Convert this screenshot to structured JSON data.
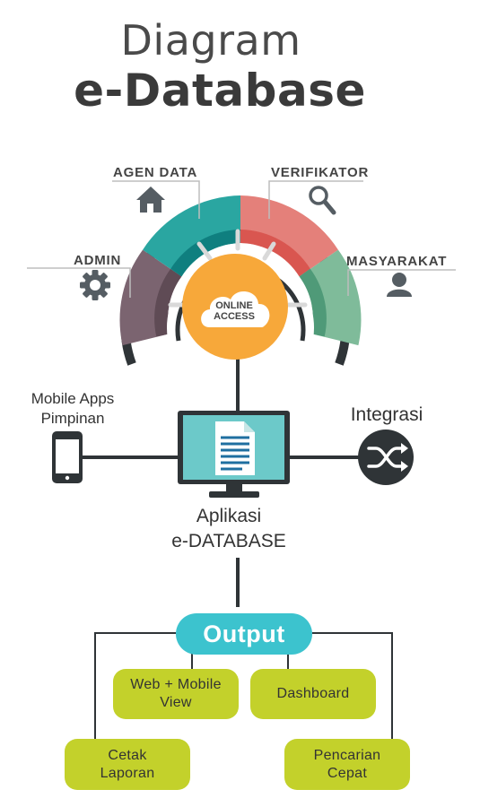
{
  "title": {
    "line1": "Diagram",
    "line2": "e-Database"
  },
  "roles": {
    "admin": "ADMIN",
    "agen_data": "AGEN DATA",
    "verifikator": "VERIFIKATOR",
    "masyarakat": "MASYARAKAT"
  },
  "cloud": {
    "line1": "ONLINE",
    "line2": "ACCESS"
  },
  "mobile": {
    "line1": "Mobile Apps",
    "line2": "Pimpinan"
  },
  "integrasi": "Integrasi",
  "aplikasi": {
    "line1": "Aplikasi",
    "line2": "e-DATABASE"
  },
  "output": "Output",
  "outputs": {
    "web": {
      "line1": "Web + Mobile",
      "line2": "View"
    },
    "dashboard": "Dashboard",
    "cetak": {
      "line1": "Cetak",
      "line2": "Laporan"
    },
    "pencarian": {
      "line1": "Pencarian",
      "line2": "Cepat"
    }
  },
  "colors": {
    "admin": "#7b6470",
    "agen_data": "#2aa6a1",
    "verifikator": "#e4807a",
    "masyarakat": "#7fbb9a",
    "cloud": "#f7a83a",
    "monitor": "#6cc9c9",
    "output_pill": "#3cc3ce",
    "output_items": "#c3d12b",
    "dark": "#2f3437"
  }
}
